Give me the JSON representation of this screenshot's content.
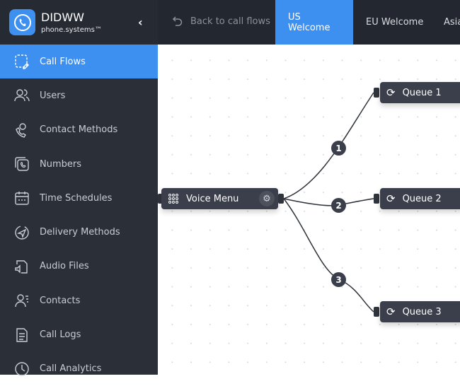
{
  "brand": {
    "name": "DIDWW",
    "subtitle": "phone.systems™"
  },
  "header": {
    "back_label": "Back to call flows",
    "tabs": [
      {
        "label": "US Welcome",
        "active": true
      },
      {
        "label": "EU Welcome"
      },
      {
        "label": "Asia"
      }
    ]
  },
  "sidebar": {
    "items": [
      {
        "label": "Call Flows",
        "icon": "call-flow-icon",
        "active": true
      },
      {
        "label": "Users",
        "icon": "users-icon"
      },
      {
        "label": "Contact Methods",
        "icon": "contact-methods-icon"
      },
      {
        "label": "Numbers",
        "icon": "numbers-icon"
      },
      {
        "label": "Time Schedules",
        "icon": "calendar-icon"
      },
      {
        "label": "Delivery Methods",
        "icon": "send-icon"
      },
      {
        "label": "Audio Files",
        "icon": "audio-file-icon"
      },
      {
        "label": "Contacts",
        "icon": "contacts-icon"
      },
      {
        "label": "Call Logs",
        "icon": "log-icon"
      },
      {
        "label": "Call Analytics",
        "icon": "analytics-icon"
      }
    ]
  },
  "flow": {
    "voice_menu": "Voice Menu",
    "queues": [
      "Queue 1",
      "Queue 2",
      "Queue 3"
    ],
    "options": [
      "1",
      "2",
      "3"
    ]
  },
  "colors": {
    "accent": "#3d8ff0",
    "sidebar": "#2a2f38",
    "node": "#3a3f4b"
  }
}
